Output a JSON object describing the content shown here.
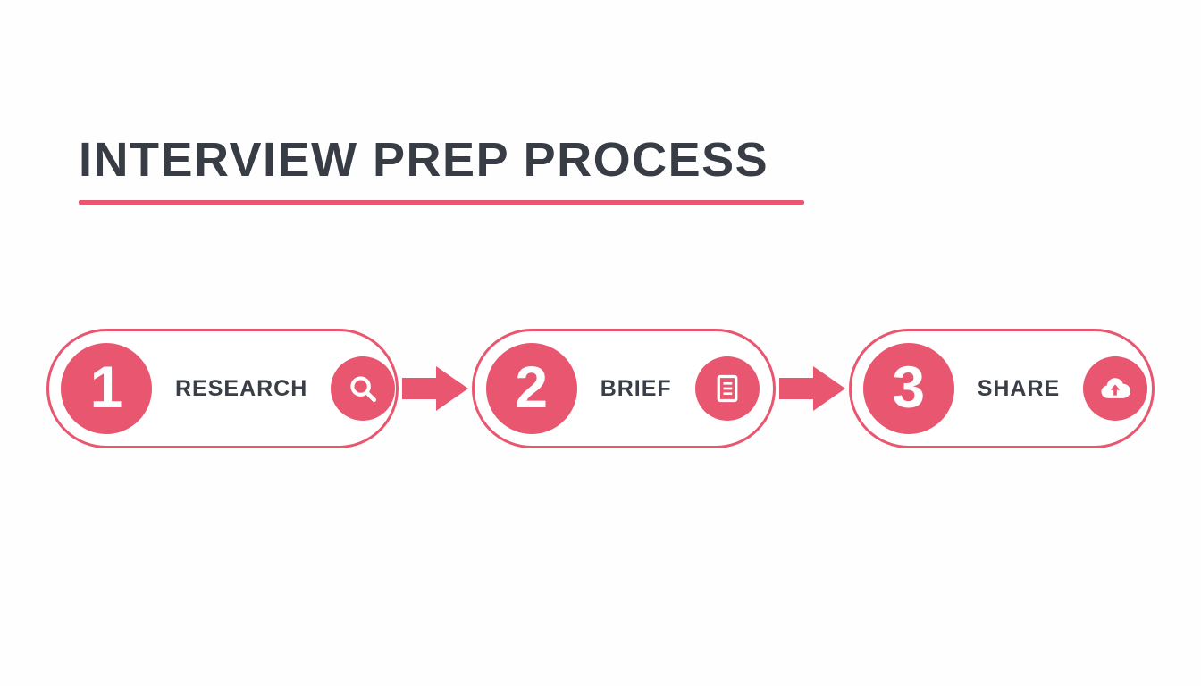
{
  "title": {
    "text": "INTERVIEW PREP PROCESS"
  },
  "colors": {
    "accent": "#E8566F",
    "title_text": "#383D45",
    "label_text": "#3A3F47",
    "background": "#FEFEFE",
    "icon_foreground": "#FFFFFF"
  },
  "steps": [
    {
      "number": "1",
      "label": "RESEARCH",
      "icon": "search-icon"
    },
    {
      "number": "2",
      "label": "BRIEF",
      "icon": "document-icon"
    },
    {
      "number": "3",
      "label": "SHARE",
      "icon": "cloud-upload-icon"
    }
  ],
  "arrows": {
    "icon": "right-arrow-icon",
    "count": 2
  }
}
